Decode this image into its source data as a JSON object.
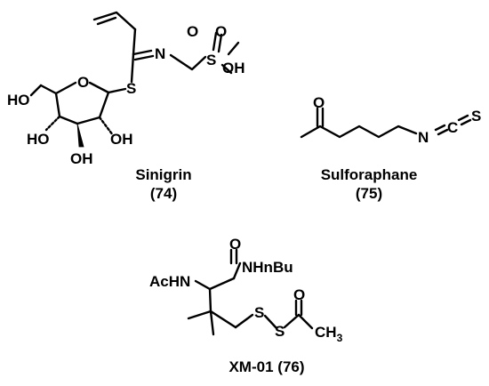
{
  "molecules": [
    {
      "name": "Sinigrin",
      "number": "(74)",
      "atoms": {
        "o1": "O",
        "o2": "O",
        "s_sulfonyl": "S",
        "oh_acid": "OH",
        "n": "N",
        "s_thio": "S",
        "o_ring": "O",
        "ho_ch2": "HO",
        "ho_c4": "HO",
        "oh_c2": "OH",
        "oh_c3": "OH"
      }
    },
    {
      "name": "Sulforaphane",
      "number": "(75)",
      "atoms": {
        "o_keto": "O",
        "n": "N",
        "c": "C",
        "s": "S"
      }
    },
    {
      "name": "XM-01",
      "number": "(76)",
      "atoms": {
        "nhnbu": "NHnBu",
        "o_amide": "O",
        "achn": "AcHN",
        "s1": "S",
        "s2": "S",
        "o_acetyl": "O",
        "ch": "CH",
        "three": "3"
      }
    }
  ]
}
